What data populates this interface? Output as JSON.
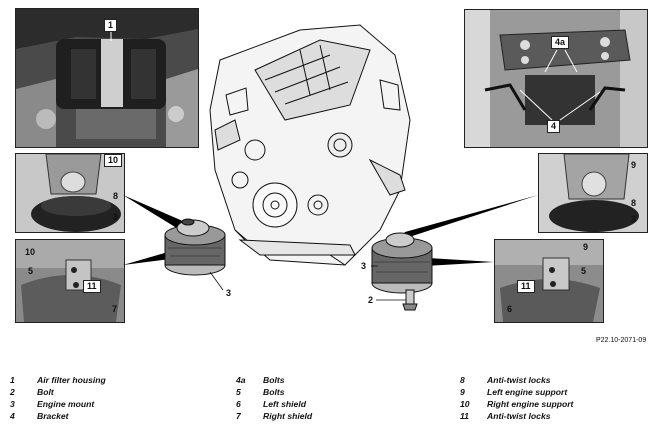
{
  "callouts": {
    "top_left": "1",
    "mid_left": [
      "10",
      "8",
      "3"
    ],
    "low_left": [
      "10",
      "5",
      "11",
      "7"
    ],
    "top_right": [
      "4a",
      "4"
    ],
    "mid_right": [
      "9",
      "8",
      "3"
    ],
    "low_right": [
      "9",
      "5",
      "11",
      "6"
    ],
    "center_left_mount": "3",
    "center_right_mount": "3",
    "center_bolt": "2"
  },
  "reference_code": "P22.10-2071-09",
  "legend": [
    {
      "num": "1",
      "text": "Air filter housing"
    },
    {
      "num": "2",
      "text": "Bolt"
    },
    {
      "num": "3",
      "text": "Engine mount"
    },
    {
      "num": "4",
      "text": "Bracket"
    },
    {
      "num": "4a",
      "text": "Bolts"
    },
    {
      "num": "5",
      "text": "Bolts"
    },
    {
      "num": "6",
      "text": "Left shield"
    },
    {
      "num": "7",
      "text": "Right shield"
    },
    {
      "num": "8",
      "text": "Anti-twist locks"
    },
    {
      "num": "9",
      "text": "Left engine support"
    },
    {
      "num": "10",
      "text": "Right engine support"
    },
    {
      "num": "11",
      "text": "Anti-twist locks"
    }
  ]
}
